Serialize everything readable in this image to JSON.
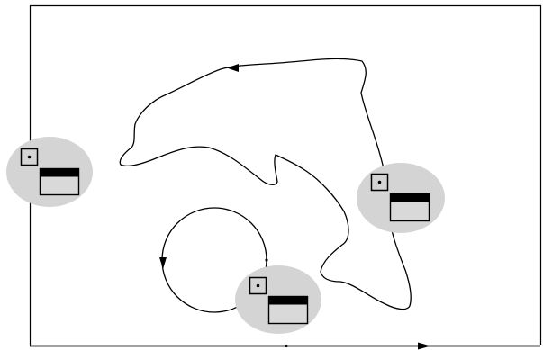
{
  "colors": {
    "background": "#ffffff",
    "stroke": "#000000",
    "highlight": "#d4d4d4",
    "window_body": "#d9d9d9",
    "window_titlebar": "#000000"
  },
  "icons": {
    "arrowhead": "triangle-arrowhead-icon",
    "vertex_marker": "square-vertex-marker-icon",
    "window": "window-panel-icon"
  },
  "markers": [
    {
      "name": "left-boundary"
    },
    {
      "name": "dolphin-back"
    },
    {
      "name": "circle"
    }
  ]
}
